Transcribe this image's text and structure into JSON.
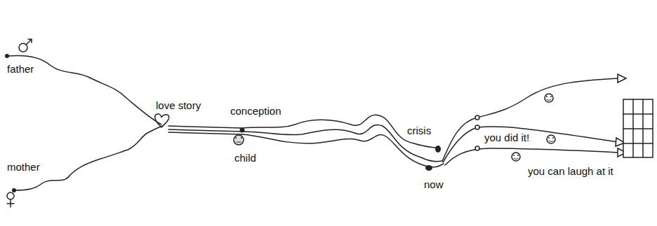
{
  "diagram": {
    "labels": [
      "father",
      "love story",
      "conception",
      "child",
      "crisis",
      "you did it!",
      "now",
      "you can laugh at it",
      "mother"
    ]
  }
}
